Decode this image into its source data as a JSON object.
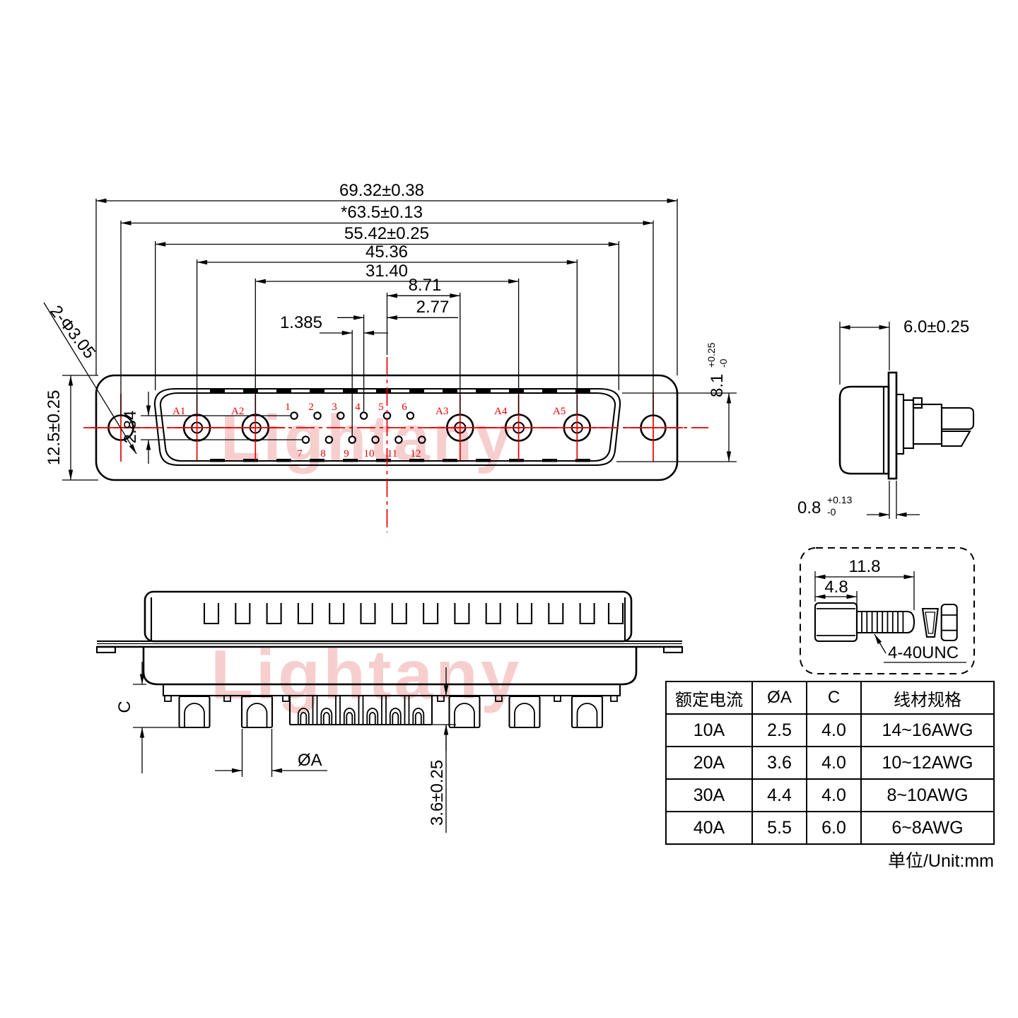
{
  "meta": {
    "watermark": "Lightany",
    "unit_note": "单位/Unit:mm"
  },
  "front": {
    "dims": {
      "overall_width": "69.32±0.38",
      "mount_span": "*63.5±0.13",
      "shell_width": "55.42±0.25",
      "a1_a5_span": "45.36",
      "a2_a4_span": "31.40",
      "center_a3": "8.71",
      "pin_pitch": "2.77",
      "row_offset": "1.385",
      "overall_height": "12.5±0.25",
      "row_gap": "2.84",
      "mount_hole": "2-Φ3.05",
      "shell_height": "8.1",
      "shell_height_plus": "+0.25",
      "shell_height_minus": "-0"
    },
    "large_pins": [
      "A1",
      "A2",
      "A3",
      "A4",
      "A5"
    ],
    "top_pins": [
      "1",
      "2",
      "3",
      "4",
      "5",
      "6"
    ],
    "bottom_pins": [
      "7",
      "8",
      "9",
      "10",
      "11",
      "12"
    ]
  },
  "side": {
    "depth": "6.0±0.25",
    "flange": "0.8",
    "flange_plus": "+0.13",
    "flange_minus": "-0"
  },
  "section": {
    "c_label": "C",
    "phi_a_label": "ØA",
    "tail_len": "3.6±0.25"
  },
  "screw": {
    "total_len": "11.8",
    "head_len": "4.8",
    "thread": "4-40UNC"
  },
  "table": {
    "headers": [
      "额定电流",
      "ØA",
      "C",
      "线材规格"
    ],
    "rows": [
      [
        "10A",
        "2.5",
        "4.0",
        "14~16AWG"
      ],
      [
        "20A",
        "3.6",
        "4.0",
        "10~12AWG"
      ],
      [
        "30A",
        "4.4",
        "4.0",
        "8~10AWG"
      ],
      [
        "40A",
        "5.5",
        "6.0",
        "6~8AWG"
      ]
    ]
  }
}
